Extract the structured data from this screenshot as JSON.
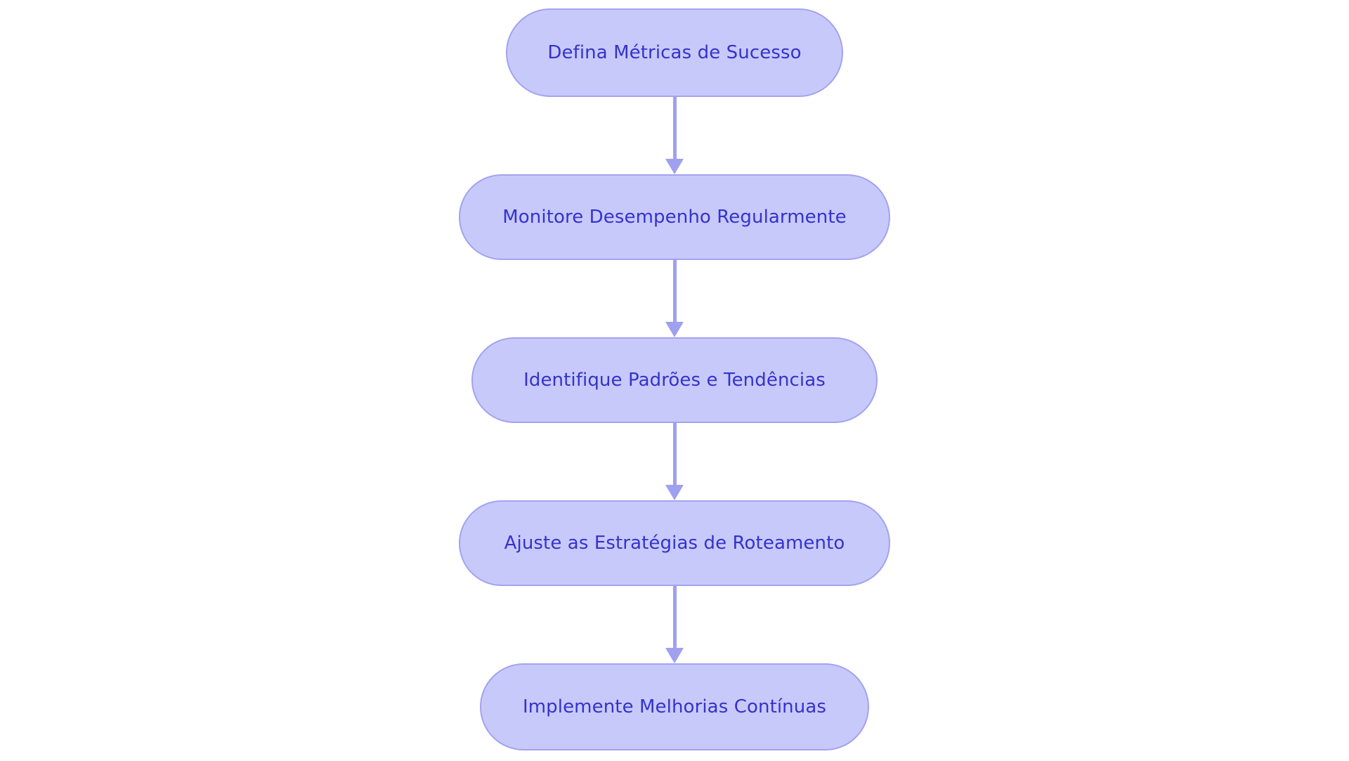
{
  "diagram": {
    "type": "flowchart",
    "orientation": "top-to-bottom",
    "title": "",
    "background_color": "#ffffff",
    "node_fill_color": "#c8c9fb",
    "node_border_color": "#a2a3ef",
    "node_text_color": "#3333cc",
    "connector_color": "#9fa0f0",
    "node_shape": "stadium",
    "nodes": [
      {
        "id": "n1",
        "label": "Defina Métricas de Sucesso"
      },
      {
        "id": "n2",
        "label": "Monitore Desempenho Regularmente"
      },
      {
        "id": "n3",
        "label": "Identifique Padrões e Tendências"
      },
      {
        "id": "n4",
        "label": "Ajuste as Estratégias de Roteamento"
      },
      {
        "id": "n5",
        "label": "Implemente Melhorias Contínuas"
      }
    ],
    "edges": [
      {
        "from": "n1",
        "to": "n2",
        "label": "",
        "arrow": "down-arrowhead"
      },
      {
        "from": "n2",
        "to": "n3",
        "label": "",
        "arrow": "down-arrowhead"
      },
      {
        "from": "n3",
        "to": "n4",
        "label": "",
        "arrow": "down-arrowhead"
      },
      {
        "from": "n4",
        "to": "n5",
        "label": "",
        "arrow": "down-arrowhead"
      }
    ]
  }
}
